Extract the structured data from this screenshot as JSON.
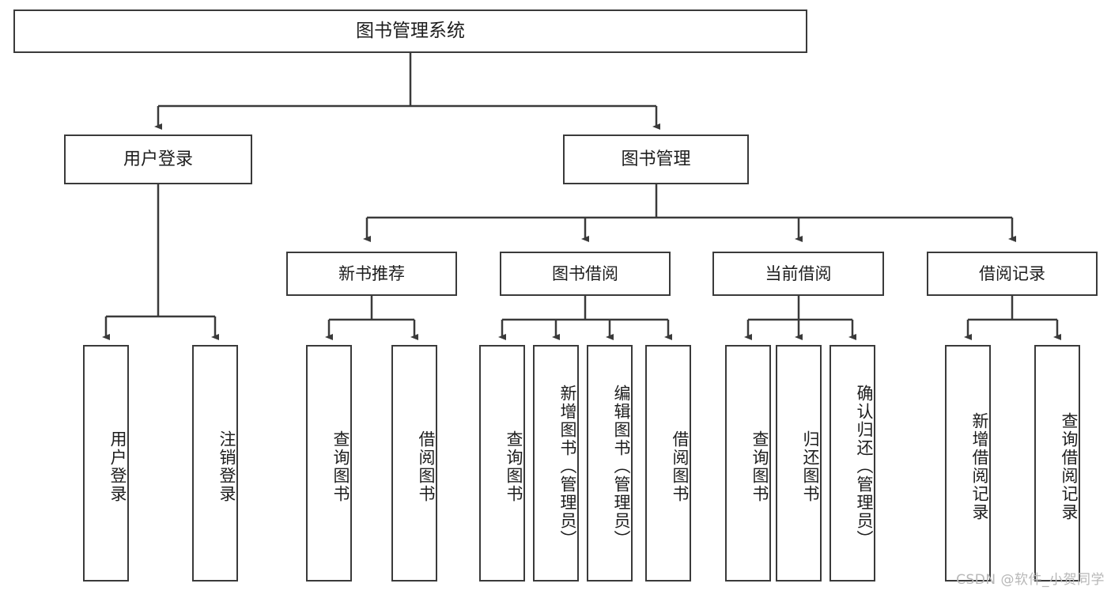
{
  "diagram": {
    "title": "图书管理系统",
    "type": "tree",
    "root": {
      "id": "root",
      "label": "图书管理系统"
    },
    "level2": [
      {
        "id": "user-login",
        "label": "用户登录"
      },
      {
        "id": "book-manage",
        "label": "图书管理"
      }
    ],
    "level3": [
      {
        "id": "new-book-rec",
        "label": "新书推荐",
        "parent": "book-manage"
      },
      {
        "id": "book-borrow",
        "label": "图书借阅",
        "parent": "book-manage"
      },
      {
        "id": "current-borrow",
        "label": "当前借阅",
        "parent": "book-manage"
      },
      {
        "id": "borrow-record",
        "label": "借阅记录",
        "parent": "book-manage"
      }
    ],
    "leaves": {
      "user_login": [
        {
          "id": "leaf-user-login",
          "label": "用户登录"
        },
        {
          "id": "leaf-logout",
          "label": "注销登录"
        }
      ],
      "new_book_rec": [
        {
          "id": "leaf-query-book-1",
          "label": "查询图书"
        },
        {
          "id": "leaf-borrow-book-1",
          "label": "借阅图书"
        }
      ],
      "book_borrow": [
        {
          "id": "leaf-query-book-2",
          "label": "查询图书"
        },
        {
          "id": "leaf-add-book",
          "label": "新增图书（管理员）"
        },
        {
          "id": "leaf-edit-book",
          "label": "编辑图书（管理员）"
        },
        {
          "id": "leaf-borrow-book-2",
          "label": "借阅图书"
        }
      ],
      "current_borrow": [
        {
          "id": "leaf-query-book-3",
          "label": "查询图书"
        },
        {
          "id": "leaf-return-book",
          "label": "归还图书"
        },
        {
          "id": "leaf-confirm-return",
          "label": "确认归还（管理员）"
        }
      ],
      "borrow_record": [
        {
          "id": "leaf-add-record",
          "label": "新增借阅记录"
        },
        {
          "id": "leaf-query-record",
          "label": "查询借阅记录"
        }
      ]
    }
  },
  "watermark": {
    "text": "CSDN @软件_小贺同学"
  },
  "colors": {
    "stroke": "#3a3a3a",
    "background": "#ffffff",
    "text": "#1d1d1d",
    "watermark": "#b7b7b7"
  }
}
